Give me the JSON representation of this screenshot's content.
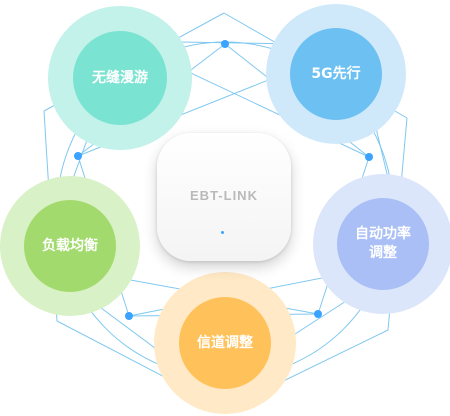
{
  "features": {
    "roaming": {
      "label": "无缝漫游",
      "outer": "#c2f2ea",
      "inner": "#7be3d1"
    },
    "5g": {
      "label": "5G先行",
      "outer": "#cfe9fb",
      "inner": "#6cc1f2"
    },
    "power": {
      "label": "自动功率\n调整",
      "outer": "#dbe6fb",
      "inner": "#a9bff5"
    },
    "channel": {
      "label": "信道调整",
      "outer": "#ffe9c6",
      "inner": "#ffc15a"
    },
    "balance": {
      "label": "负载均衡",
      "outer": "#d9f1c6",
      "inner": "#a2da6d"
    }
  },
  "device": {
    "brand": "EBT-LINK"
  },
  "colors": {
    "line": "#7fc8f0",
    "dot": "#3aa3ff"
  }
}
